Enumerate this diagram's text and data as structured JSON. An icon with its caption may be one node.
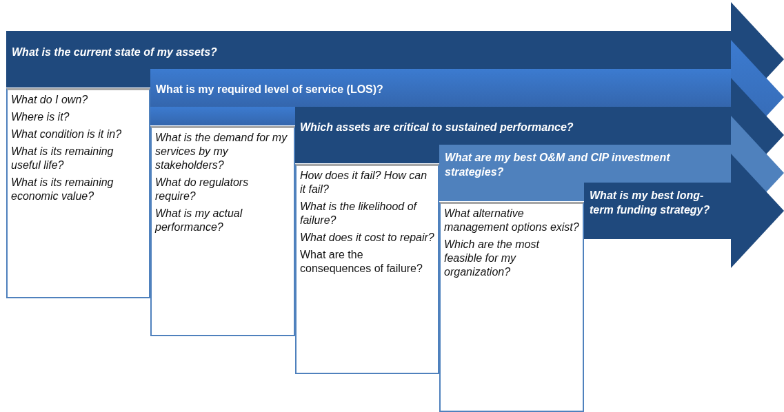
{
  "diagram": {
    "nodes": [
      {
        "text": [
          "What is the current state of my assets?"
        ]
      },
      {
        "text": [
          "What do I own?",
          "Where is it?",
          "What condition is it in?",
          "What is its remaining useful life?",
          "What is its remaining economic value?"
        ]
      },
      {
        "text": [
          "What is my required level of service (LOS)?"
        ]
      },
      {
        "text": [
          "What is the demand for my services by my stakeholders?",
          "What do regulators require?",
          "What is my actual performance?"
        ]
      },
      {
        "text": [
          "Which assets are critical to sustained performance?"
        ]
      },
      {
        "text": [
          "How does it fail? How can it fail?",
          "What is the likelihood of failure?",
          "What does it cost to repair?",
          "What are the consequences of failure?"
        ]
      },
      {
        "text": [
          "What are my best O&M and CIP investment strategies?"
        ]
      },
      {
        "text": [
          "What alternative management options exist?",
          "Which are the most feasible for my organization?"
        ]
      },
      {
        "text": [
          "What is my best long-term funding strategy?"
        ]
      }
    ]
  }
}
